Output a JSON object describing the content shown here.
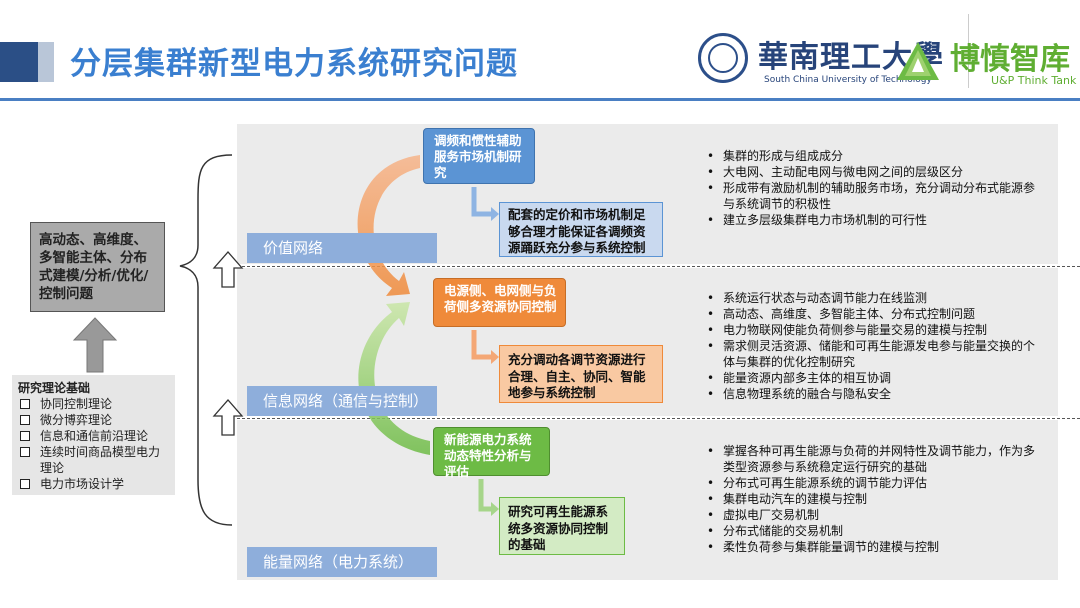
{
  "header": {
    "title": "分层集群新型电力系统研究问题",
    "university_cn": "華南理工大學",
    "university_en": "South China University of Technology",
    "think_tank_cn": "博慎智库",
    "think_tank_en": "U&P Think Tank"
  },
  "core_problem": "高动态、高维度、多智能主体、分布式建模/分析/优化/控制问题",
  "theory": {
    "title": "研究理论基础",
    "items": [
      "协同控制理论",
      "微分博弈理论",
      "信息和通信前沿理论",
      "连续时间商品模型电力理论",
      "电力市场设计学"
    ]
  },
  "networks": {
    "value": "价值网络",
    "info": "信息网络（通信与控制）",
    "energy": "能量网络（电力系统）"
  },
  "topics": {
    "blue": "调频和惯性辅助服务市场机制研究",
    "blue_sub": "配套的定价和市场机制足够合理才能保证各调频资源踊跃充分参与系统控制",
    "orange": "电源侧、电网侧与负荷侧多资源协同控制",
    "orange_sub": "充分调动各调节资源进行合理、自主、协同、智能地参与系统控制",
    "green": "新能源电力系统动态特性分析与评估",
    "green_sub": "研究可再生能源系统多资源协同控制的基础"
  },
  "bullets_value": [
    "集群的形成与组成成分",
    "大电网、主动配电网与微电网之间的层级区分",
    "形成带有激励机制的辅助服务市场，充分调动分布式能源参与系统调节的积极性",
    "建立多层级集群电力市场机制的可行性"
  ],
  "bullets_info": [
    "系统运行状态与动态调节能力在线监测",
    "高动态、高维度、多智能主体、分布式控制问题",
    "电力物联网使能负荷侧参与能量交易的建模与控制",
    "需求侧灵活资源、储能和可再生能源发电参与能量交换的个体与集群的优化控制研究",
    "能量资源内部多主体的相互协调",
    "信息物理系统的融合与隐私安全"
  ],
  "bullets_energy": [
    "掌握各种可再生能源与负荷的并网特性及调节能力，作为多类型资源参与系统稳定运行研究的基础",
    "分布式可再生能源系统的调节能力评估",
    "集群电动汽车的建模与控制",
    "虚拟电厂交易机制",
    "分布式储能的交易机制",
    "柔性负荷参与集群能量调节的建模与控制"
  ],
  "colors": {
    "title": "#3a7fd0",
    "header_rule": "#4a7fc3",
    "band": "#ebebeb",
    "network_label": "#8eaedb",
    "blue": "#5b94d4",
    "orange": "#ef8a3a",
    "green": "#6dbb45",
    "brand_green": "#5fae32",
    "university_blue": "#27447a"
  }
}
